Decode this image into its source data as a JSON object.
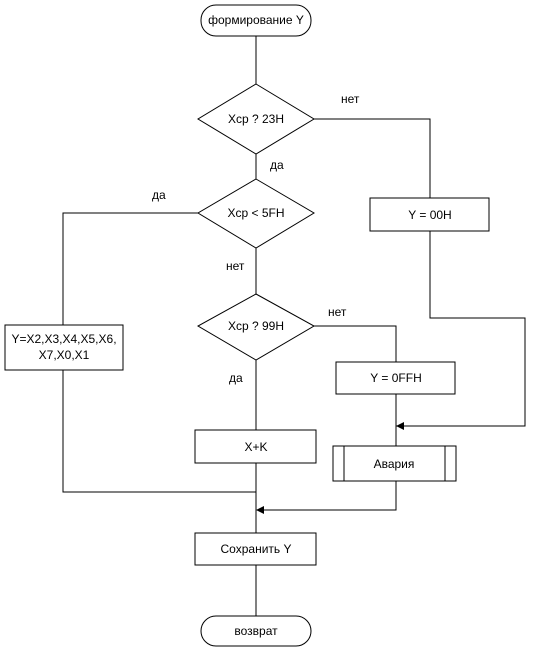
{
  "flowchart": {
    "start": "формирование Y",
    "cond1": "Xср ? 23H",
    "cond2": "Xср < 5FH",
    "cond3": "Xср ? 99H",
    "set_zero": "Y = 00H",
    "set_ff": "Y = 0FFH",
    "assign_line1": "Y=X2,X3,X4,X5,X6,",
    "assign_line2": "X7,X0,X1",
    "add_k": "X+K",
    "alarm": "Авария",
    "save": "Сохранить Y",
    "end": "возврат",
    "labels": {
      "c1_no": "нет",
      "c1_yes": "да",
      "c2_yes": "да",
      "c2_no": "нет",
      "c3_no": "нет",
      "c3_yes": "да"
    }
  }
}
